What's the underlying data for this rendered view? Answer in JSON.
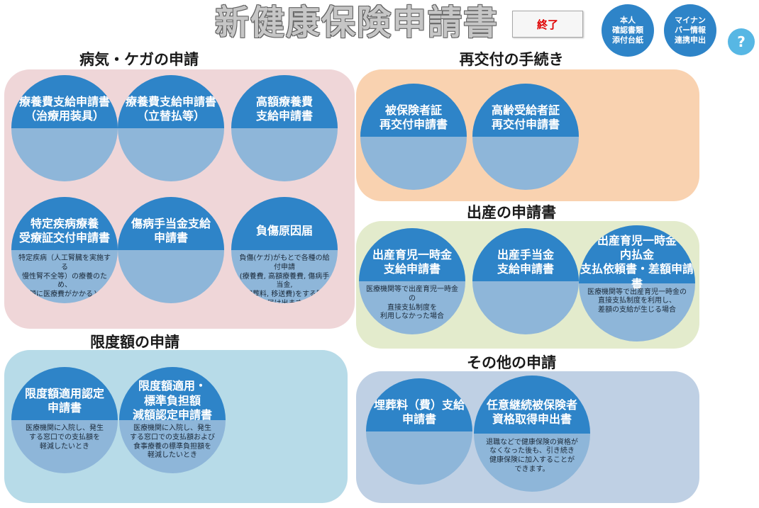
{
  "header": {
    "title": "新健康保険申請書",
    "end_button": "終了",
    "identity_button": "本人\n確認書類\n添付台紙",
    "mynumber_button": "マイナン\nバー情報\n連携申出",
    "help_button": "?"
  },
  "colors": {
    "circle_top": "#2e84c8",
    "circle_bottom": "#8eb6d9",
    "illness_panel": "#efd6d8",
    "reissue_panel": "#f9d2b0",
    "birth_panel": "#e3ebcc",
    "limit_panel": "#b7dbe8",
    "other_panel": "#bfd0e4",
    "end_text": "#e00000"
  },
  "sections": {
    "illness": {
      "title": "病気・ケガの申請",
      "items": [
        {
          "label": "療養費支給申請書\n（治療用装具）",
          "desc": ""
        },
        {
          "label": "療養費支給申請書\n（立替払等）",
          "desc": ""
        },
        {
          "label": "高額療養費\n支給申請書",
          "desc": ""
        },
        {
          "label": "特定疾病療養\n受療証交付申請書",
          "desc": "特定疾病（人工腎臓を実施する\n慢性腎不全等）の療養のため、\n高額に医療費がかかるとき"
        },
        {
          "label": "傷病手当金支給\n申請書",
          "desc": ""
        },
        {
          "label": "負傷原因届",
          "desc": "負傷(ケガ)がもとで各種の給付申請\n(療養費, 高額療養費, 傷病手当金,\n埋葬料, 移送費)をする際\nに届け出ます。"
        }
      ]
    },
    "reissue": {
      "title": "再交付の手続き",
      "items": [
        {
          "label": "被保険者証\n再交付申請書",
          "desc": ""
        },
        {
          "label": "高齢受給者証\n再交付申請書",
          "desc": ""
        }
      ]
    },
    "birth": {
      "title": "出産の申請書",
      "items": [
        {
          "label": "出産育児一時金\n支給申請書",
          "desc": "医療機関等で出産育児一時金の\n直接支払制度を\n利用しなかった場合"
        },
        {
          "label": "出産手当金\n支給申請書",
          "desc": ""
        },
        {
          "label": "出産育児一時金\n内払金\n支払依頼書・差額申請書",
          "desc": "医療機関等で出産育児一時金の\n直接支払制度を利用し、\n差額の支給が生じる場合"
        }
      ]
    },
    "limit": {
      "title": "限度額の申請",
      "items": [
        {
          "label": "限度額適用認定\n申請書",
          "desc": "医療機関に入院し、発生\nする窓口での支払額を\n軽減したいとき"
        },
        {
          "label": "限度額適用・\n標準負担額\n減額認定申請書",
          "desc": "医療機関に入院し、発生\nする窓口での支払額および\n食事療養の標準負担額を\n軽減したいとき"
        }
      ]
    },
    "other": {
      "title": "その他の申請",
      "items": [
        {
          "label": "埋葬料（費）支給\n申請書",
          "desc": ""
        },
        {
          "label": "任意継続被保険者\n資格取得申出書",
          "desc": "退職などで健康保険の資格が\nなくなった後も、引き続き\n健康保険に加入することが\nできます。"
        }
      ]
    }
  }
}
